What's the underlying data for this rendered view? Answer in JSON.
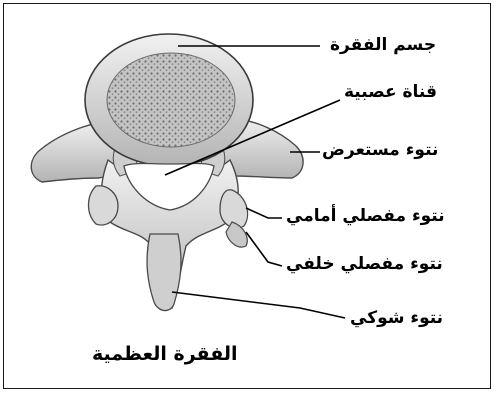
{
  "labels": {
    "vertebral_body": "جسم الفقرة",
    "neural_canal": "قناة عصبية",
    "transverse_process": "نتوء مستعرض",
    "anterior_articular_process": "نتوء مفصلي أمامي",
    "posterior_articular_process": "نتوء مفصلي خلفي",
    "spinous_process": "نتوء شوكي"
  },
  "caption": "الفقرة العظمية",
  "colors": {
    "bone_fill": "#e2e2e2",
    "bone_shadow": "#7a7a7a",
    "spongy_fill": "#b9b9b9",
    "leader_line": "#000000"
  }
}
